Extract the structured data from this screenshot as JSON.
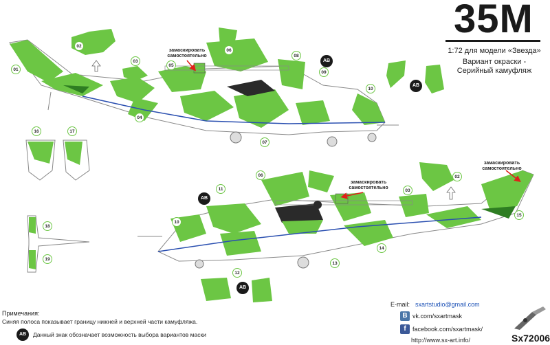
{
  "header": {
    "title": "35M",
    "model_line": "1:72 для модели «Звезда»",
    "variant_line1": "Вариант окраски -",
    "variant_line2": "Серийный камуфляж"
  },
  "mask_note_top": {
    "line1": "замаскировать",
    "line2": "самостоятельно"
  },
  "mask_note_mid": {
    "line1": "замаскировать",
    "line2": "самостоятельно"
  },
  "mask_note_right": {
    "line1": "замаскировать",
    "line2": "самостоятельно"
  },
  "parts_top": [
    "01",
    "02",
    "03",
    "04",
    "05",
    "06",
    "07",
    "08",
    "09",
    "10"
  ],
  "parts_left": [
    "16",
    "17",
    "18",
    "19"
  ],
  "parts_bottom": [
    "02",
    "03",
    "06",
    "10",
    "11",
    "12",
    "13",
    "14",
    "15"
  ],
  "ab_symbol": {
    "a": "A",
    "b": "B"
  },
  "notes": {
    "title": "Примечания:",
    "line1": "Синяя полоса показывает границу нижней и верхней части камуфляжа.",
    "line2": "Данный знак обозначает возможность выбора вариантов маски"
  },
  "contact": {
    "email_label": "E-mail:",
    "email": "sxartstudio@gmail.com",
    "vk": "vk.com/sxartmask",
    "facebook": "facebook.com/sxartmask/",
    "site": "http://www.sx-art.info/",
    "vk_icon": "vk-icon",
    "fb_icon": "facebook-icon"
  },
  "product_code": "Sx72006",
  "colors": {
    "camo_green": "#6cc644",
    "camo_dark": "#3f9a2a",
    "glass_black": "#2a2a2a",
    "line_blue": "#2a4fb0",
    "outline": "#7a7a7a"
  }
}
